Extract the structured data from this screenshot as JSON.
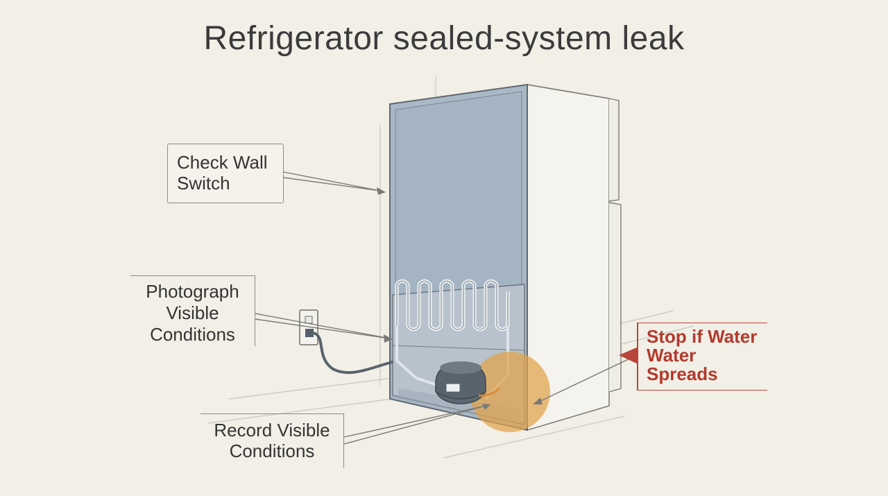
{
  "title": "Refrigerator sealed-system leak",
  "callouts": {
    "check_wall_switch": [
      "Check Wall",
      "Switch"
    ],
    "photograph_visible_conditions": [
      "Photograph",
      "Visible",
      "Conditions"
    ],
    "record_visible_conditions": [
      "Record Visible",
      "Conditions"
    ],
    "stop_if_water_spreads": [
      "Stop if Water",
      "Water",
      "Spreads"
    ]
  },
  "colors": {
    "background": "#f1efe6",
    "back_panel": "#a9b8c6",
    "warning": "#b8453a",
    "highlight": "#e2a24a"
  }
}
